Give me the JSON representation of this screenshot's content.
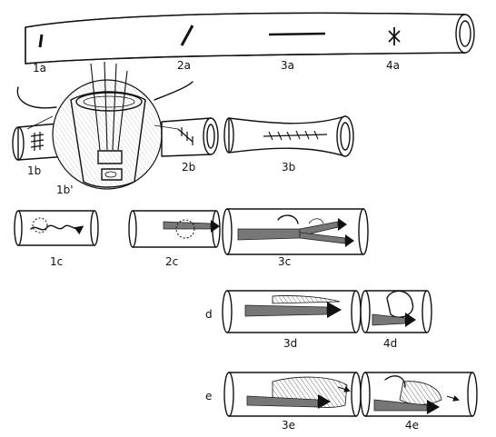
{
  "colors": {
    "ink": "#111111",
    "paper": "#ffffff",
    "flow_shading": "#777777"
  },
  "row_labels": {
    "d": "d",
    "e": "e"
  },
  "panels": {
    "1a": "1a",
    "2a": "2a",
    "3a": "3a",
    "4a": "4a",
    "1b": "1b",
    "1b_prime": "1b'",
    "2b": "2b",
    "3b": "3b",
    "1c": "1c",
    "2c": "2c",
    "3c": "3c",
    "3d": "3d",
    "4d": "4d",
    "3e": "3e",
    "4e": "4e"
  }
}
